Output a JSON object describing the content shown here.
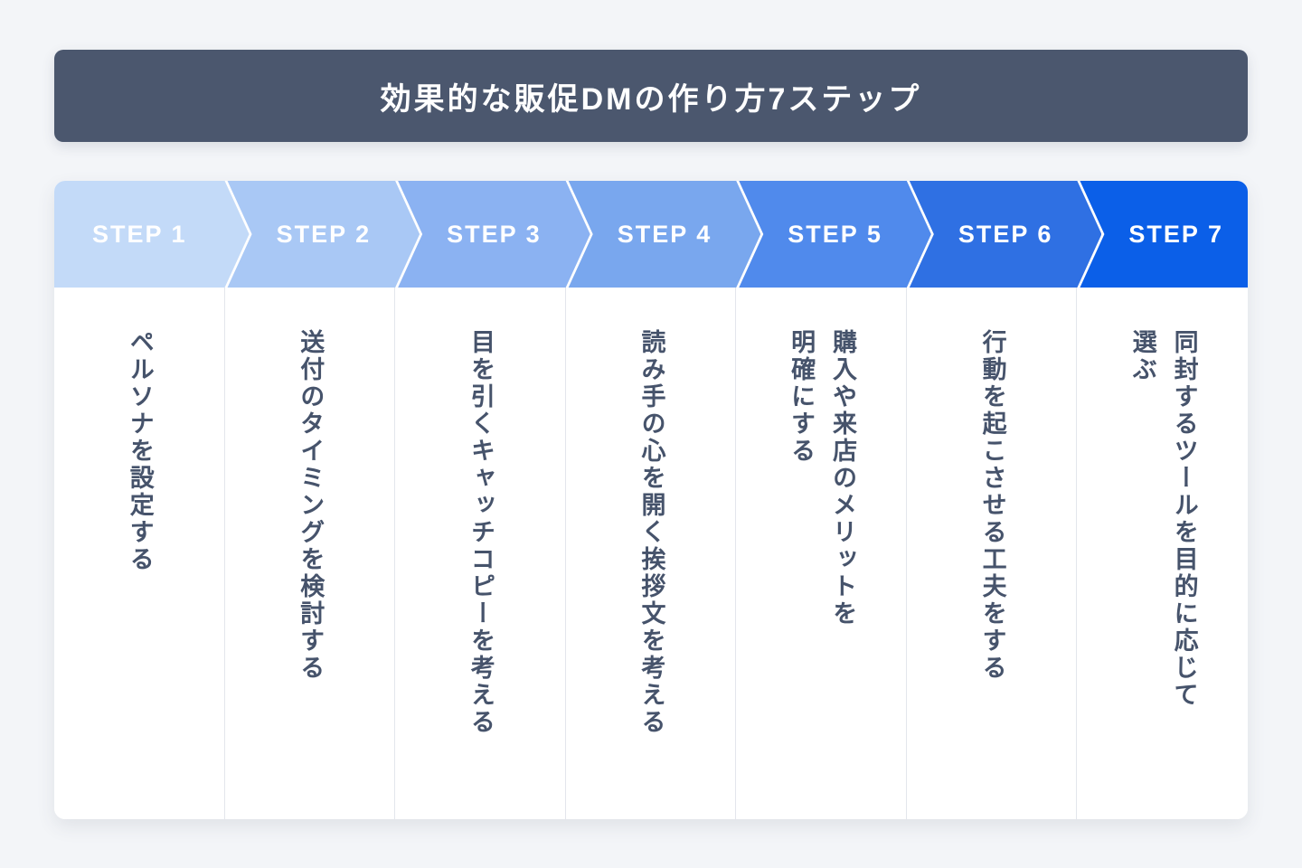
{
  "title_bar": {
    "title": "効果的な販促DMの作り方7ステップ"
  },
  "colors": {
    "page_bg": "#f3f5f8",
    "title_bar_bg": "#4b576e",
    "title_text": "#ffffff",
    "card_bg": "#ffffff",
    "divider": "#e3e6ec",
    "step_label_text": "#ffffff",
    "body_text": "#46536b"
  },
  "steps": [
    {
      "label": "STEP 1",
      "color": "#c3daf8",
      "text": "ペルソナを設定する"
    },
    {
      "label": "STEP 2",
      "color": "#a9c8f5",
      "text": "送付のタイミングを検討する"
    },
    {
      "label": "STEP 3",
      "color": "#8bb2f2",
      "text": "目を引くキャッチコピーを考える"
    },
    {
      "label": "STEP 4",
      "color": "#79a7ee",
      "text": "読み手の心を開く挨拶文を考える"
    },
    {
      "label": "STEP 5",
      "color": "#508aec",
      "text": "購入や来店のメリットを\n明確にする"
    },
    {
      "label": "STEP 6",
      "color": "#2f70e3",
      "text": "行動を起こさせる工夫をする"
    },
    {
      "label": "STEP 7",
      "color": "#0b5fe8",
      "text": "同封するツールを目的に応じて\n選ぶ"
    }
  ]
}
